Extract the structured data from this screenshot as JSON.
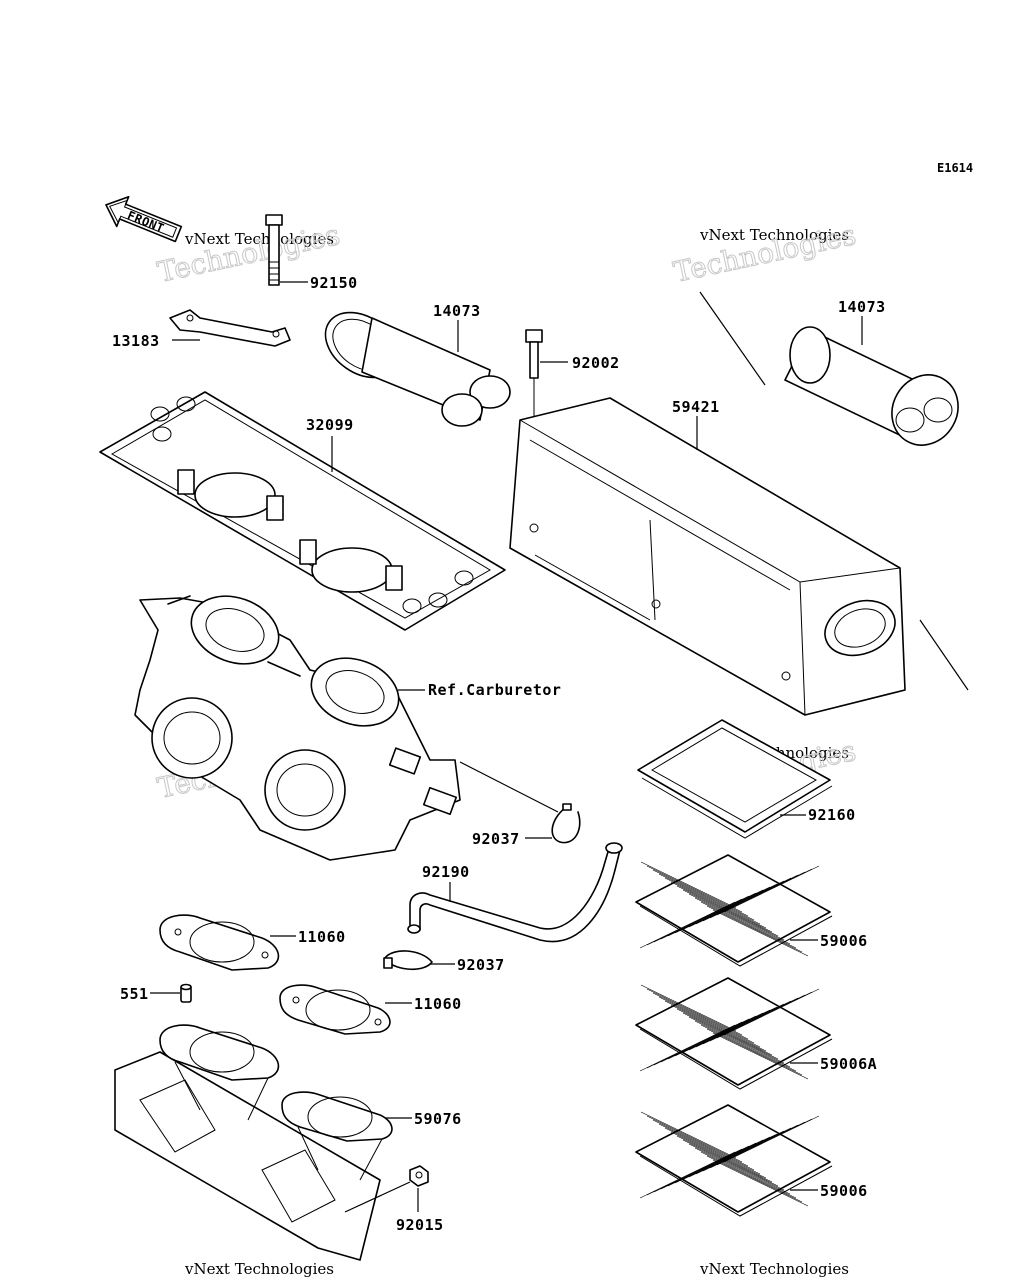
{
  "diagram_id": "E1614",
  "front_label": "FRONT",
  "watermark": {
    "line1": "vNext Technologies",
    "line2": "Technologies",
    "top": "vNext"
  },
  "labels": {
    "p92150": "92150",
    "p13183": "13183",
    "p14073_a": "14073",
    "p14073_b": "14073",
    "p92002": "92002",
    "p59421": "59421",
    "p32099": "32099",
    "ref_carburetor": "Ref.Carburetor",
    "p92037_a": "92037",
    "p92160": "92160",
    "p92190": "92190",
    "p11060_a": "11060",
    "p59006_a": "59006",
    "p92037_b": "92037",
    "p551": "551",
    "p11060_b": "11060",
    "p59006A": "59006A",
    "p59076": "59076",
    "p59006_b": "59006",
    "p92015": "92015"
  }
}
